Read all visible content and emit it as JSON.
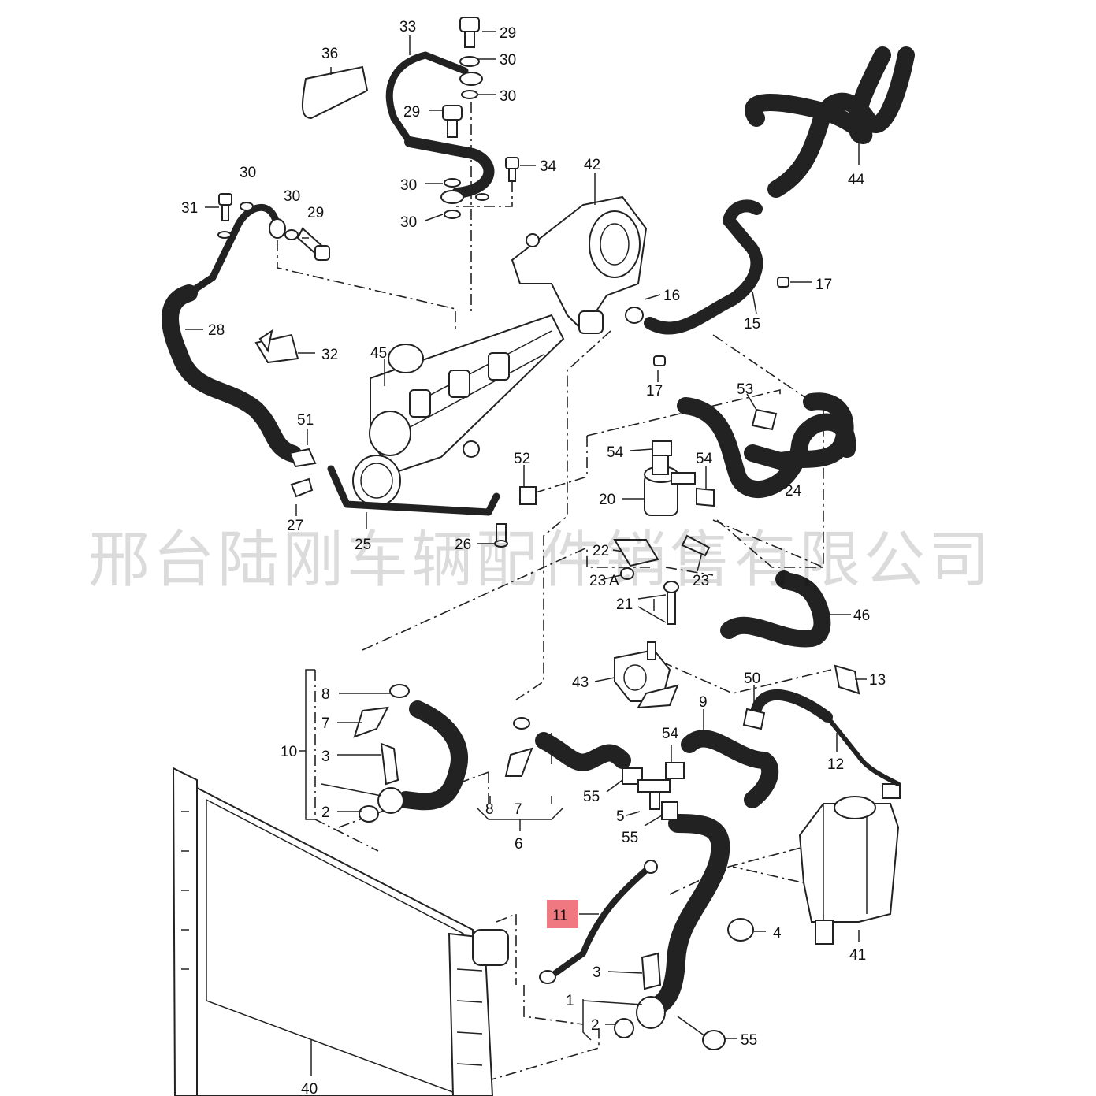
{
  "watermark": "邢台陆刚车辆配件销售有限公司",
  "highlight_color": "#f07880",
  "callouts": [
    {
      "id": "c33",
      "text": "33"
    },
    {
      "id": "c29a",
      "text": "29"
    },
    {
      "id": "c30a",
      "text": "30"
    },
    {
      "id": "c30b",
      "text": "30"
    },
    {
      "id": "c36",
      "text": "36"
    },
    {
      "id": "c29b",
      "text": "29"
    },
    {
      "id": "c34",
      "text": "34"
    },
    {
      "id": "c30c",
      "text": "30"
    },
    {
      "id": "c30d",
      "text": "30"
    },
    {
      "id": "c30e",
      "text": "30"
    },
    {
      "id": "c30f",
      "text": "30"
    },
    {
      "id": "c31",
      "text": "31"
    },
    {
      "id": "c29c",
      "text": "29"
    },
    {
      "id": "c42",
      "text": "42"
    },
    {
      "id": "c44",
      "text": "44"
    },
    {
      "id": "c17a",
      "text": "17"
    },
    {
      "id": "c16",
      "text": "16"
    },
    {
      "id": "c15",
      "text": "15"
    },
    {
      "id": "c28",
      "text": "28"
    },
    {
      "id": "c32",
      "text": "32"
    },
    {
      "id": "c45",
      "text": "45"
    },
    {
      "id": "c17b",
      "text": "17"
    },
    {
      "id": "c53",
      "text": "53"
    },
    {
      "id": "c51",
      "text": "51"
    },
    {
      "id": "c54a",
      "text": "54"
    },
    {
      "id": "c54b",
      "text": "54"
    },
    {
      "id": "c52",
      "text": "52"
    },
    {
      "id": "c20",
      "text": "20"
    },
    {
      "id": "c24",
      "text": "24"
    },
    {
      "id": "c27",
      "text": "27"
    },
    {
      "id": "c26",
      "text": "26"
    },
    {
      "id": "c25",
      "text": "25"
    },
    {
      "id": "c22",
      "text": "22"
    },
    {
      "id": "c23a",
      "text": "23"
    },
    {
      "id": "c23b",
      "text": "23"
    },
    {
      "id": "c21",
      "text": "21"
    },
    {
      "id": "c46",
      "text": "46"
    },
    {
      "id": "c43",
      "text": "43"
    },
    {
      "id": "c50",
      "text": "50"
    },
    {
      "id": "c13",
      "text": "13"
    },
    {
      "id": "c8a",
      "text": "8"
    },
    {
      "id": "c9",
      "text": "9"
    },
    {
      "id": "c7a",
      "text": "7"
    },
    {
      "id": "c10",
      "text": "10"
    },
    {
      "id": "c3a",
      "text": "3"
    },
    {
      "id": "c54c",
      "text": "54"
    },
    {
      "id": "c12",
      "text": "12"
    },
    {
      "id": "c55a",
      "text": "55"
    },
    {
      "id": "c2a",
      "text": "2"
    },
    {
      "id": "c8b",
      "text": "8"
    },
    {
      "id": "c7b",
      "text": "7"
    },
    {
      "id": "c5",
      "text": "5"
    },
    {
      "id": "c55b",
      "text": "55"
    },
    {
      "id": "c6",
      "text": "6"
    },
    {
      "id": "c11",
      "text": "11"
    },
    {
      "id": "c4",
      "text": "4"
    },
    {
      "id": "c41",
      "text": "41"
    },
    {
      "id": "c3b",
      "text": "3"
    },
    {
      "id": "c1",
      "text": "1"
    },
    {
      "id": "c2b",
      "text": "2"
    },
    {
      "id": "c55c",
      "text": "55"
    },
    {
      "id": "c40",
      "text": "40"
    }
  ]
}
